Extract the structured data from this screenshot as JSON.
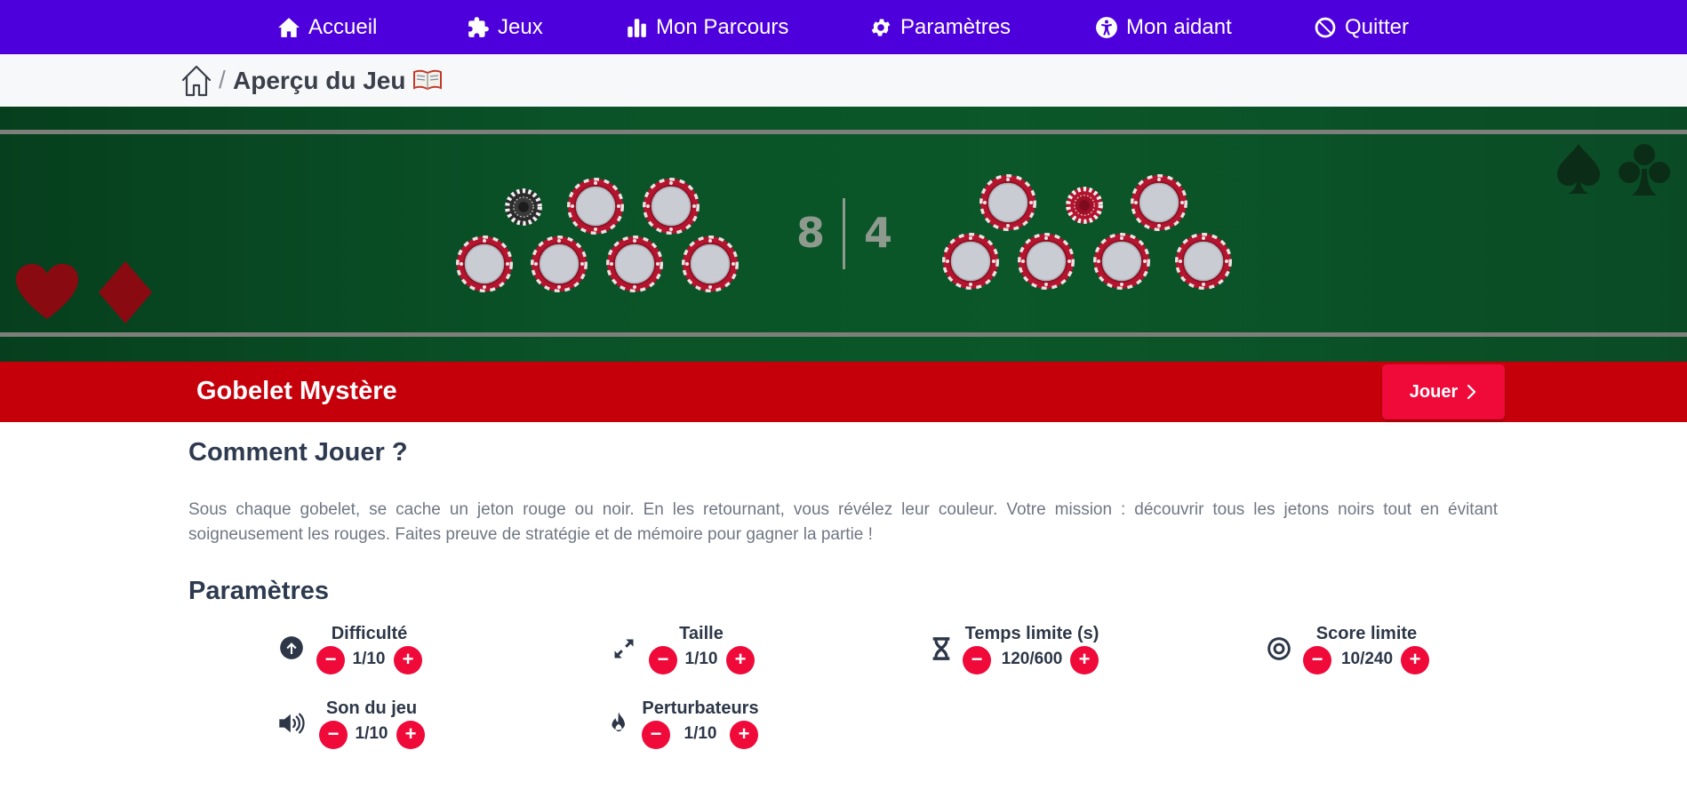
{
  "nav": {
    "items": [
      {
        "label": "Accueil",
        "icon": "home-icon"
      },
      {
        "label": "Jeux",
        "icon": "puzzle-icon"
      },
      {
        "label": "Mon Parcours",
        "icon": "bar-chart-icon"
      },
      {
        "label": "Paramètres",
        "icon": "gear-icon"
      },
      {
        "label": "Mon aidant",
        "icon": "accessibility-icon"
      },
      {
        "label": "Quitter",
        "icon": "ban-icon"
      }
    ]
  },
  "breadcrumb": {
    "separator": "/",
    "title": "Aperçu du Jeu"
  },
  "game_preview": {
    "score_left": "8",
    "score_right": "4",
    "chip_red_color": "#b3142e",
    "chip_black_color": "#2b2b2b",
    "table_color": "#0a5328"
  },
  "banner": {
    "title": "Gobelet Mystère",
    "play_label": "Jouer"
  },
  "how_to_play": {
    "heading": "Comment Jouer ?",
    "text": "Sous chaque gobelet, se cache un jeton rouge ou noir. En les retournant, vous révélez leur couleur. Votre mission : découvrir tous les jetons noirs tout en évitant soigneusement les rouges. Faites preuve de stratégie et de mémoire pour gagner la partie !"
  },
  "params": {
    "heading": "Paramètres",
    "items": [
      {
        "label": "Difficulté",
        "value": "1/10",
        "icon": "arrow-up-circle-icon"
      },
      {
        "label": "Taille",
        "value": "1/10",
        "icon": "expand-arrows-icon"
      },
      {
        "label": "Temps limite (s)",
        "value": "120/600",
        "icon": "hourglass-icon"
      },
      {
        "label": "Score limite",
        "value": "10/240",
        "icon": "target-icon"
      },
      {
        "label": "Son du jeu",
        "value": "1/10",
        "icon": "speaker-icon"
      },
      {
        "label": "Perturbateurs",
        "value": "1/10",
        "icon": "flame-icon"
      }
    ],
    "minus_symbol": "−",
    "plus_symbol": "+"
  },
  "colors": {
    "nav_bg": "#4d00dc",
    "banner_bg": "#c6000b",
    "accent": "#ef0a3a"
  }
}
